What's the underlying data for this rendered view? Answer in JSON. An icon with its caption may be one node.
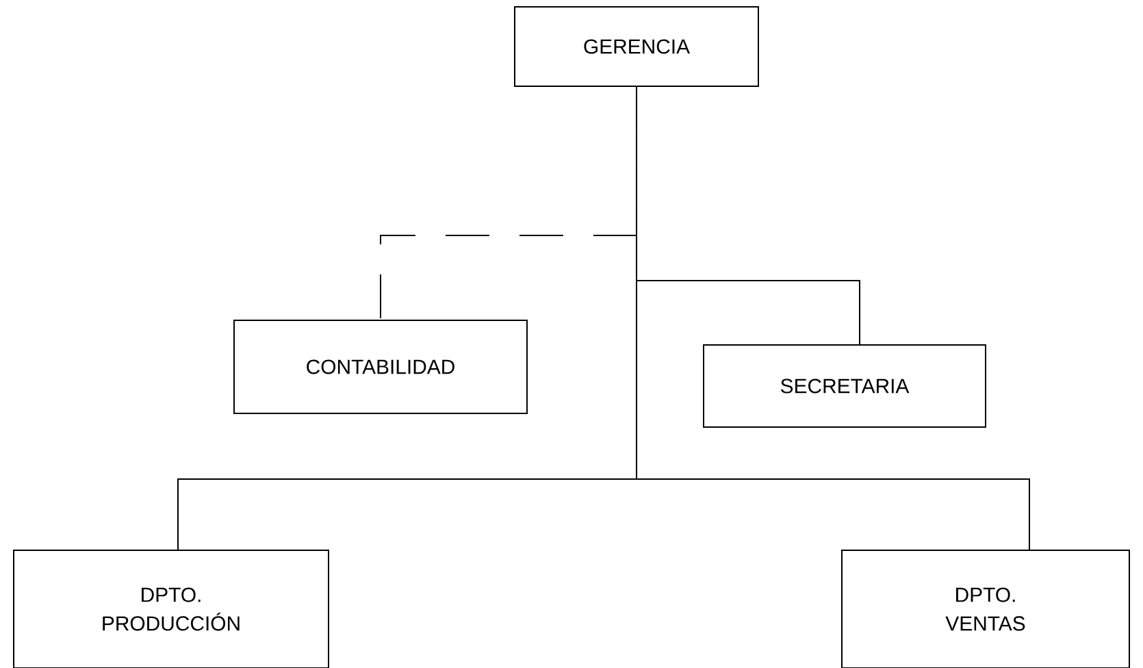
{
  "diagram": {
    "nodes": [
      {
        "text": [
          "GERENCIA"
        ]
      },
      {
        "text": [
          "CONTABILIDAD"
        ]
      },
      {
        "text": [
          "SECRETARIA"
        ]
      },
      {
        "text": [
          "DPTO. PRODUCCIÓN"
        ]
      },
      {
        "text": [
          "DPTO. VENTAS"
        ]
      }
    ],
    "edges": [
      {
        "from": 0,
        "to": 1,
        "arrow": "none",
        "style": "dashed"
      },
      {
        "from": 0,
        "to": 2,
        "arrow": "none"
      },
      {
        "from": 0,
        "to": 3,
        "arrow": "none"
      },
      {
        "from": 0,
        "to": 4,
        "arrow": "none"
      }
    ]
  }
}
